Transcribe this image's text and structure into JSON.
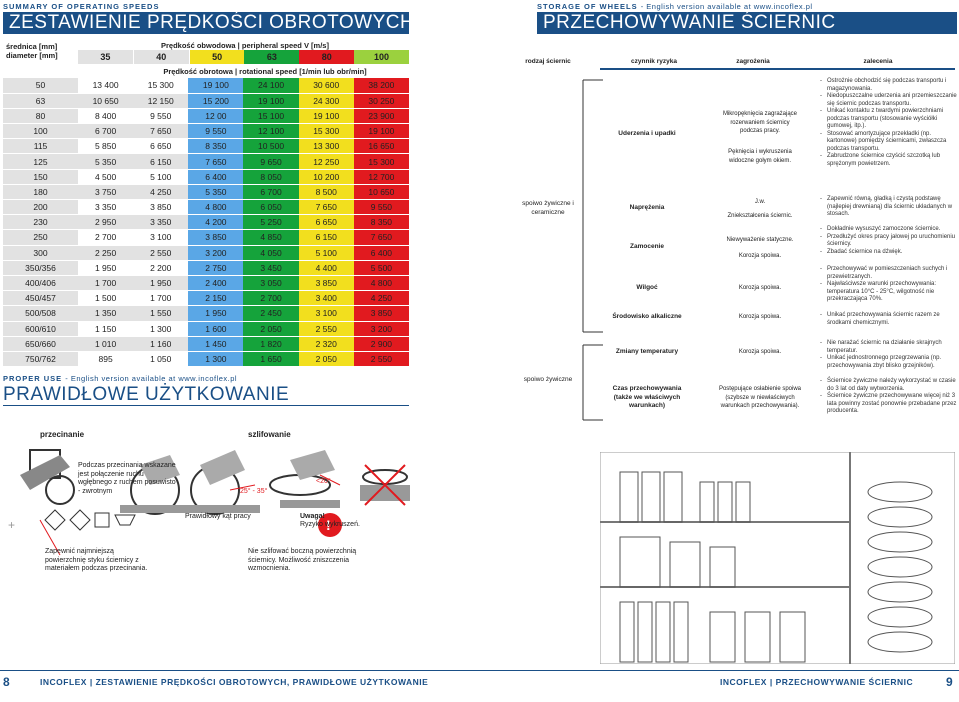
{
  "left": {
    "kicker": "SUMMARY OF OPERATING SPEEDS",
    "title": "ZESTAWIENIE PRĘDKOŚCI OBROTOWYCH",
    "diam_pl": "średnica [mm]",
    "diam_en": "diameter [mm]",
    "peripheral": "Prędkość obwodowa | peripheral speed V [m/s]",
    "rotational": "Prędkość obrotowa | rotational speed [1/min lub obr/min]",
    "speeds": [
      "35",
      "40",
      "50",
      "63",
      "80",
      "100"
    ],
    "rows": [
      [
        "50",
        "13 400",
        "15 300",
        "19 100",
        "24 100",
        "30 600",
        "38 200"
      ],
      [
        "63",
        "10 650",
        "12 150",
        "15 200",
        "19 100",
        "24 300",
        "30 250"
      ],
      [
        "80",
        "8 400",
        "9 550",
        "12 00",
        "15 100",
        "19 100",
        "23 900"
      ],
      [
        "100",
        "6 700",
        "7 650",
        "9 550",
        "12 100",
        "15 300",
        "19 100"
      ],
      [
        "115",
        "5 850",
        "6 650",
        "8 350",
        "10 500",
        "13 300",
        "16 650"
      ],
      [
        "125",
        "5 350",
        "6 150",
        "7 650",
        "9 650",
        "12 250",
        "15 300"
      ],
      [
        "150",
        "4 500",
        "5 100",
        "6 400",
        "8 050",
        "10 200",
        "12 700"
      ],
      [
        "180",
        "3 750",
        "4 250",
        "5 350",
        "6 700",
        "8 500",
        "10 650"
      ],
      [
        "200",
        "3 350",
        "3 850",
        "4 800",
        "6 050",
        "7 650",
        "9 550"
      ],
      [
        "230",
        "2 950",
        "3 350",
        "4 200",
        "5 250",
        "6 650",
        "8 350"
      ],
      [
        "250",
        "2 700",
        "3 100",
        "3 850",
        "4 850",
        "6 150",
        "7 650"
      ],
      [
        "300",
        "2 250",
        "2 550",
        "3 200",
        "4 050",
        "5 100",
        "6 400"
      ],
      [
        "350/356",
        "1 950",
        "2 200",
        "2 750",
        "3 450",
        "4 400",
        "5 500"
      ],
      [
        "400/406",
        "1 700",
        "1 950",
        "2 400",
        "3 050",
        "3 850",
        "4 800"
      ],
      [
        "450/457",
        "1 500",
        "1 700",
        "2 150",
        "2 700",
        "3 400",
        "4 250"
      ],
      [
        "500/508",
        "1 350",
        "1 550",
        "1 950",
        "2 450",
        "3 100",
        "3 850"
      ],
      [
        "600/610",
        "1 150",
        "1 300",
        "1 600",
        "2 050",
        "2 550",
        "3 200"
      ],
      [
        "650/660",
        "1 010",
        "1 160",
        "1 450",
        "1 820",
        "2 320",
        "2 900"
      ],
      [
        "750/762",
        "895",
        "1 050",
        "1 300",
        "1 650",
        "2 050",
        "2 550"
      ]
    ],
    "proper_kicker": "PROPER USE",
    "proper_en": "- English version available at www.incoflex.pl",
    "proper_title": "PRAWIDŁOWE UŻYTKOWANIE",
    "cutting": "przecinanie",
    "grinding": "szlifowanie",
    "cut_note": "Podczas przecinania wskazane jest połączenie ruchu wgłębnego z ruchem posuwisto - zwrotnym",
    "angle1": "25° - 35°",
    "angle2": "<20°",
    "right_angle": "Prawidłowy kąt pracy",
    "warn_title": "Uwaga!",
    "warn_text": "Ryzyko wykruszeń.",
    "contact_note": "Zapewnić najmniejszą powierzchnię styku ściernicy z materiałem podczas przecinania.",
    "side_note": "Nie szlifować boczną powierzchnią ściernicy. Możliwość zniszczenia wzmocnienia.",
    "plus": "+",
    "page_no": "8",
    "footer": "INCOFLEX | ZESTAWIENIE PRĘDKOŚCI OBROTOWYCH, PRAWIDŁOWE UŻYTKOWANIE"
  },
  "right": {
    "kicker": "STORAGE OF WHEELS",
    "kicker_en": "- English version available at www.incoflex.pl",
    "title": "PRZECHOWYWANIE ŚCIERNIC",
    "col_type": "rodzaj ściernic",
    "col_risk": "czynnik ryzyka",
    "col_threat": "zagrożenia",
    "col_rec": "zalecenia",
    "type1": "spoiwo żywiczne i ceramiczne",
    "type2": "spoiwo żywiczne",
    "risks": [
      "Uderzenia i upadki",
      "Naprężenia",
      "Zamocenie",
      "Wilgoć",
      "Środowisko alkaliczne",
      "Zmiany temperatury",
      "Czas przechowywania (także we właściwych warunkach)"
    ],
    "threat1": "Mikropęknięcia zagrażające rozerwaniem ściernicy podczas pracy.",
    "threat1b": "Pęknięcia i wykruszenia widoczne gołym okiem.",
    "threat2": "J.w.",
    "threat2b": "Zniekształcenia ściernic.",
    "threat3": "Niewyważenie statyczne.",
    "threat3b": "Korozja spoiwa.",
    "threat4": "Korozja spoiwa.",
    "threat5": "Korozja spoiwa.",
    "threat6": "Korozja spoiwa.",
    "threat7": "Postępujące osłabienie spoiwa (szybsze w niewłaściwych warunkach przechowywania).",
    "rec1": [
      "Ostrożnie obchodzić się podczas transportu i magazynowania.",
      "Niedopuszczalne uderzenia ani przemieszczanie się ściernic podczas transportu.",
      "Unikać kontaktu z twardymi powierzchniami podczas transportu (stosowanie wyściółki gumowej, itp.).",
      "Stosować amortyzujące przekładki (np. kartonowe) pomiędzy ściernicami, zwłaszcza podczas transportu.",
      "Zabrudzone ściernice czyścić szczotką lub sprężonym powietrzem."
    ],
    "rec2": [
      "Zapewnić równą, gładką i czystą podstawę (najlepiej drewnianą) dla ściernic układanych w stosach."
    ],
    "rec3": [
      "Dokładnie wysuszyć zamoczone ściernice.",
      "Przedłużyć okres pracy jałowej po uruchomieniu ściernicy.",
      "Zbadać ściernice na dźwięk."
    ],
    "rec4": [
      "Przechowywać w pomieszczeniach suchych i przewietrzanych.",
      "Najwłaściwsze warunki przechowywania: temperatura 10°C - 25°C, wilgotność nie przekraczająca 70%."
    ],
    "rec5": [
      "Unikać przechowywania ściernic razem ze środkami chemicznymi."
    ],
    "rec6": [
      "Nie narażać ściernic na działanie skrajnych temperatur.",
      "Unikać jednostronnego przegrzewania (np. przechowywania zbyt blisko grzejników)."
    ],
    "rec7": [
      "Ściernice żywiczne należy wykorzystać w czasie do 3 lat od daty wytworzenia.",
      "Ściernice żywiczne przechowywane więcej niż 3 lata powinny zostać ponownie przebadane przez producenta."
    ],
    "page_no": "9",
    "footer": "INCOFLEX | PRZECHOWYWANIE ŚCIERNIC"
  }
}
